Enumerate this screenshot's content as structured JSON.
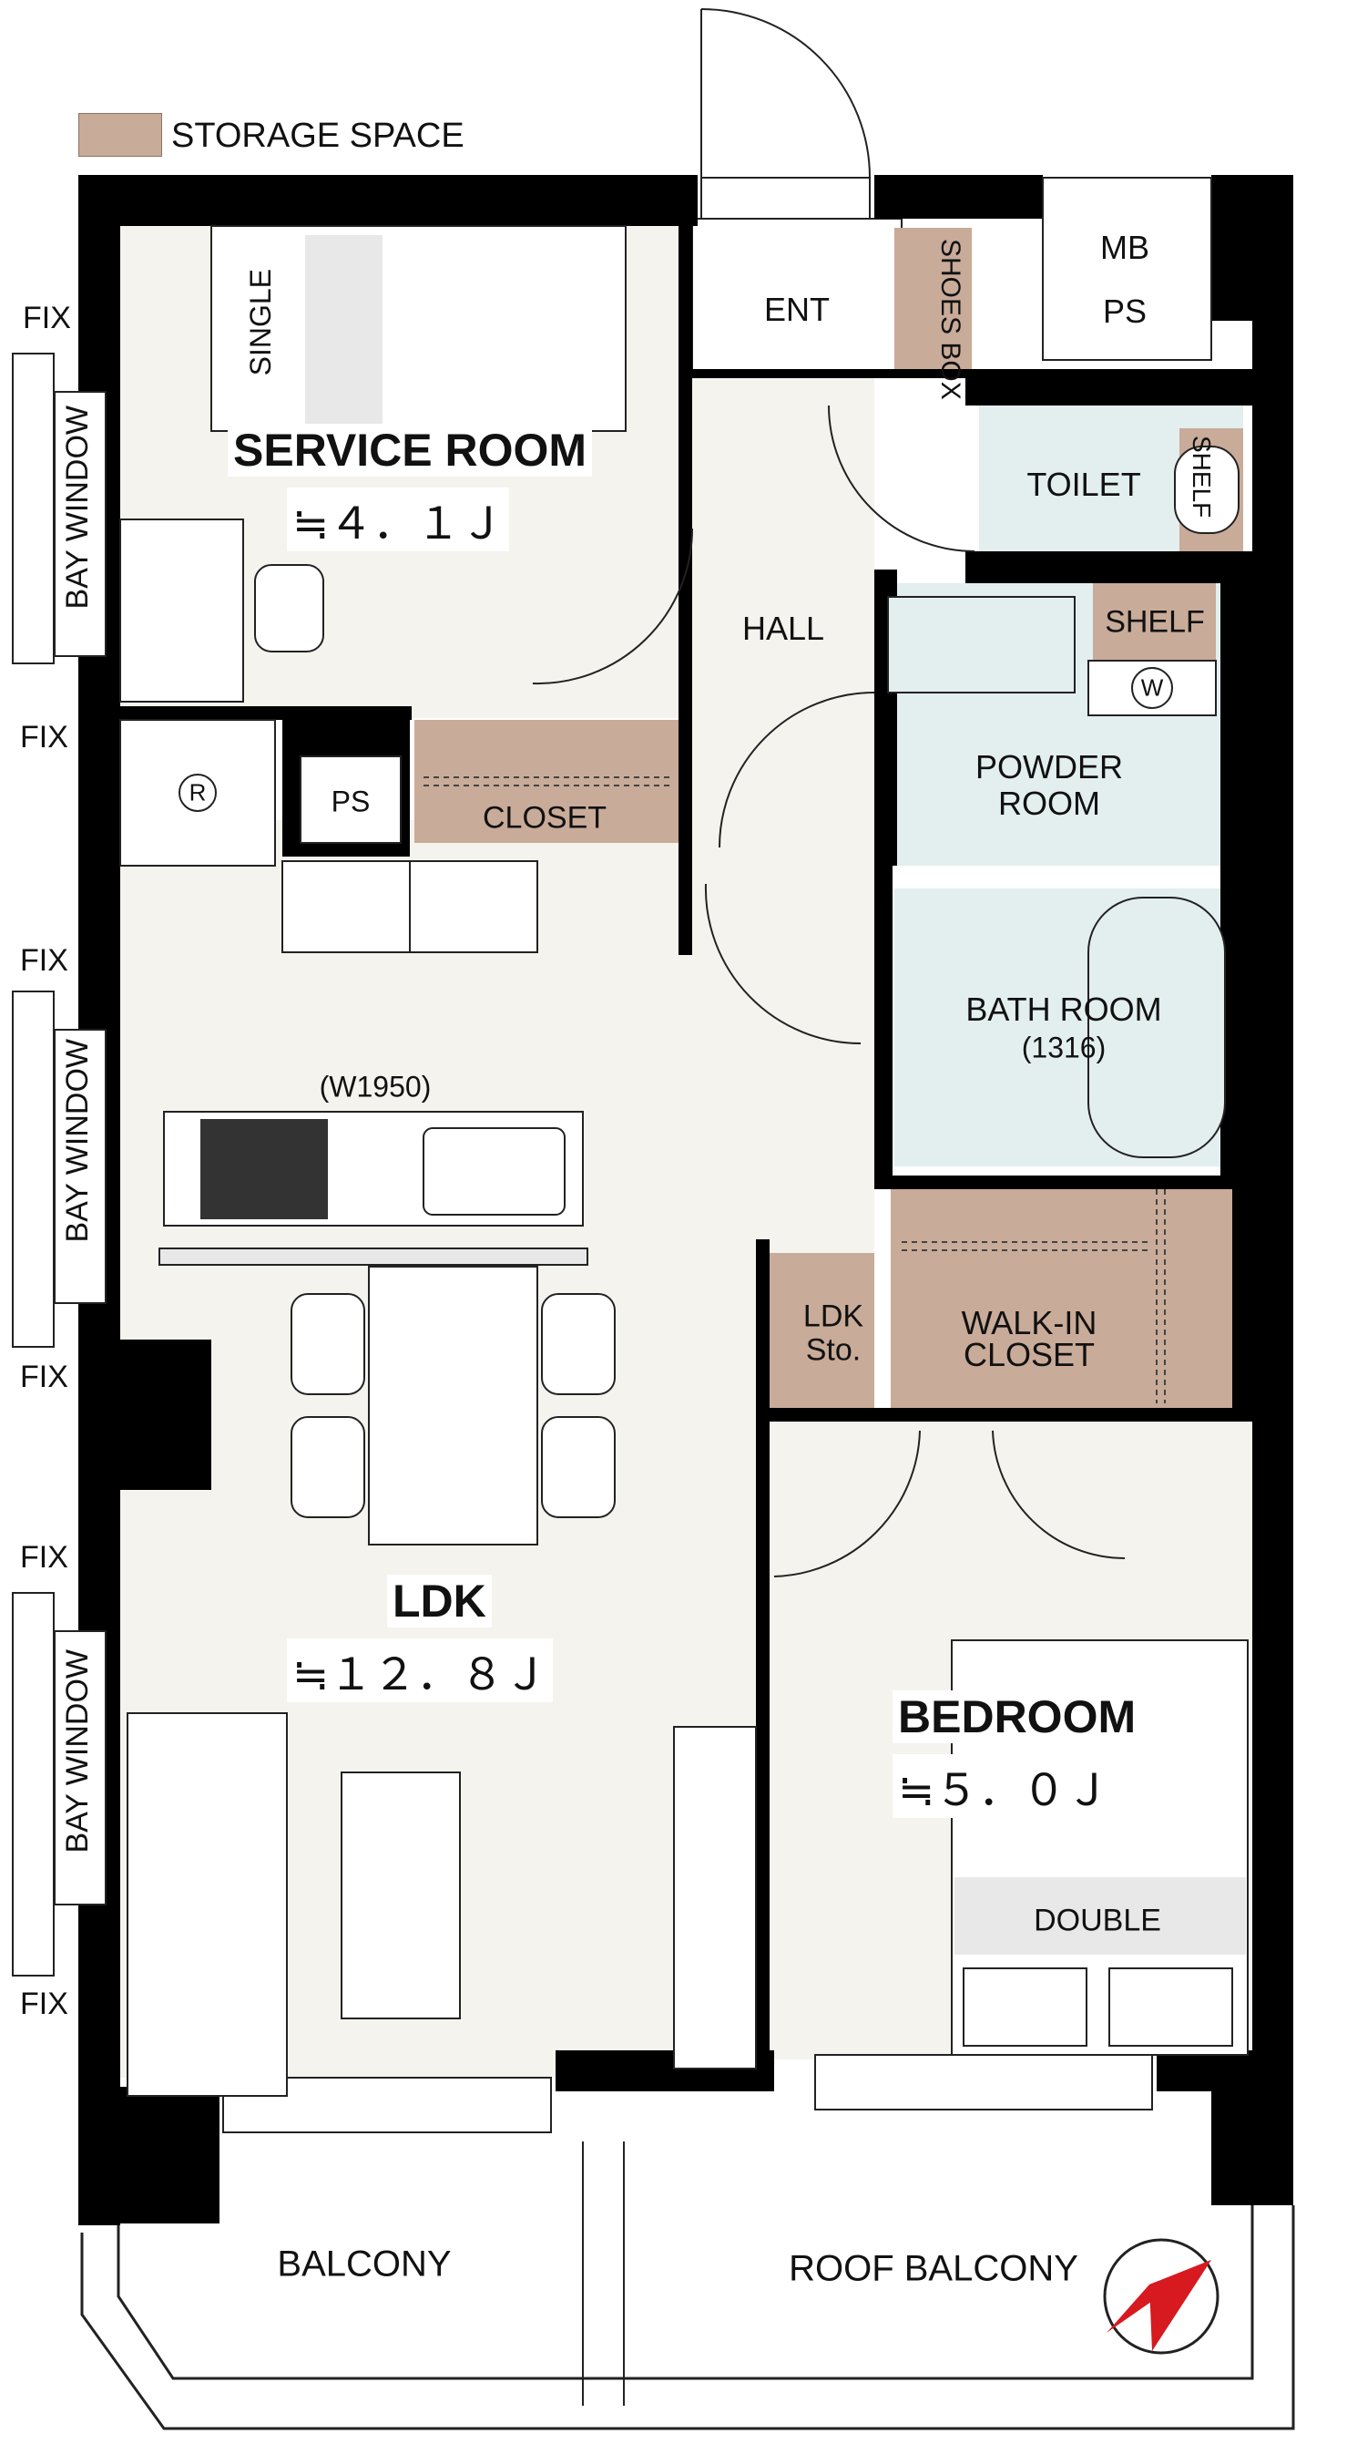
{
  "legend": {
    "label": "STORAGE SPACE",
    "color": "#c8ab98"
  },
  "rooms": {
    "service_room": {
      "name": "SERVICE ROOM",
      "area": "≒４．１Ｊ"
    },
    "ldk": {
      "name": "LDK",
      "area": "≒１２．８Ｊ"
    },
    "bedroom": {
      "name": "BEDROOM",
      "area": "≒５．０Ｊ"
    },
    "hall": "HALL",
    "ent": "ENT",
    "mb_ps": [
      "MB",
      "PS"
    ],
    "toilet": "TOILET",
    "powder_room": [
      "POWDER",
      "ROOM"
    ],
    "bath_room": {
      "name": "BATH ROOM",
      "size": "(1316)"
    },
    "walk_in_closet": [
      "WALK-IN",
      "CLOSET"
    ],
    "ldk_storage": [
      "LDK",
      "Sto."
    ],
    "balcony": "BALCONY",
    "roof_balcony": "ROOF BALCONY"
  },
  "storage_labels": {
    "closet": "CLOSET",
    "shoes_box": "SHOES BOX",
    "shelf_toilet": "SHELF",
    "shelf_powder": "SHELF"
  },
  "fixtures": {
    "single_bed": "SINGLE",
    "double_bed": "DOUBLE",
    "ps": "PS",
    "refrigerator": "R",
    "washer": "W",
    "kitchen_width": "(W1950)"
  },
  "windows": {
    "bay": "BAY WINDOW",
    "fix": "FIX"
  },
  "colors": {
    "wall": "#000000",
    "floor": "#f4f3ee",
    "wet_area": "#e3eeef",
    "storage": "#c8ab98",
    "compass_arrow": "#d71920"
  }
}
